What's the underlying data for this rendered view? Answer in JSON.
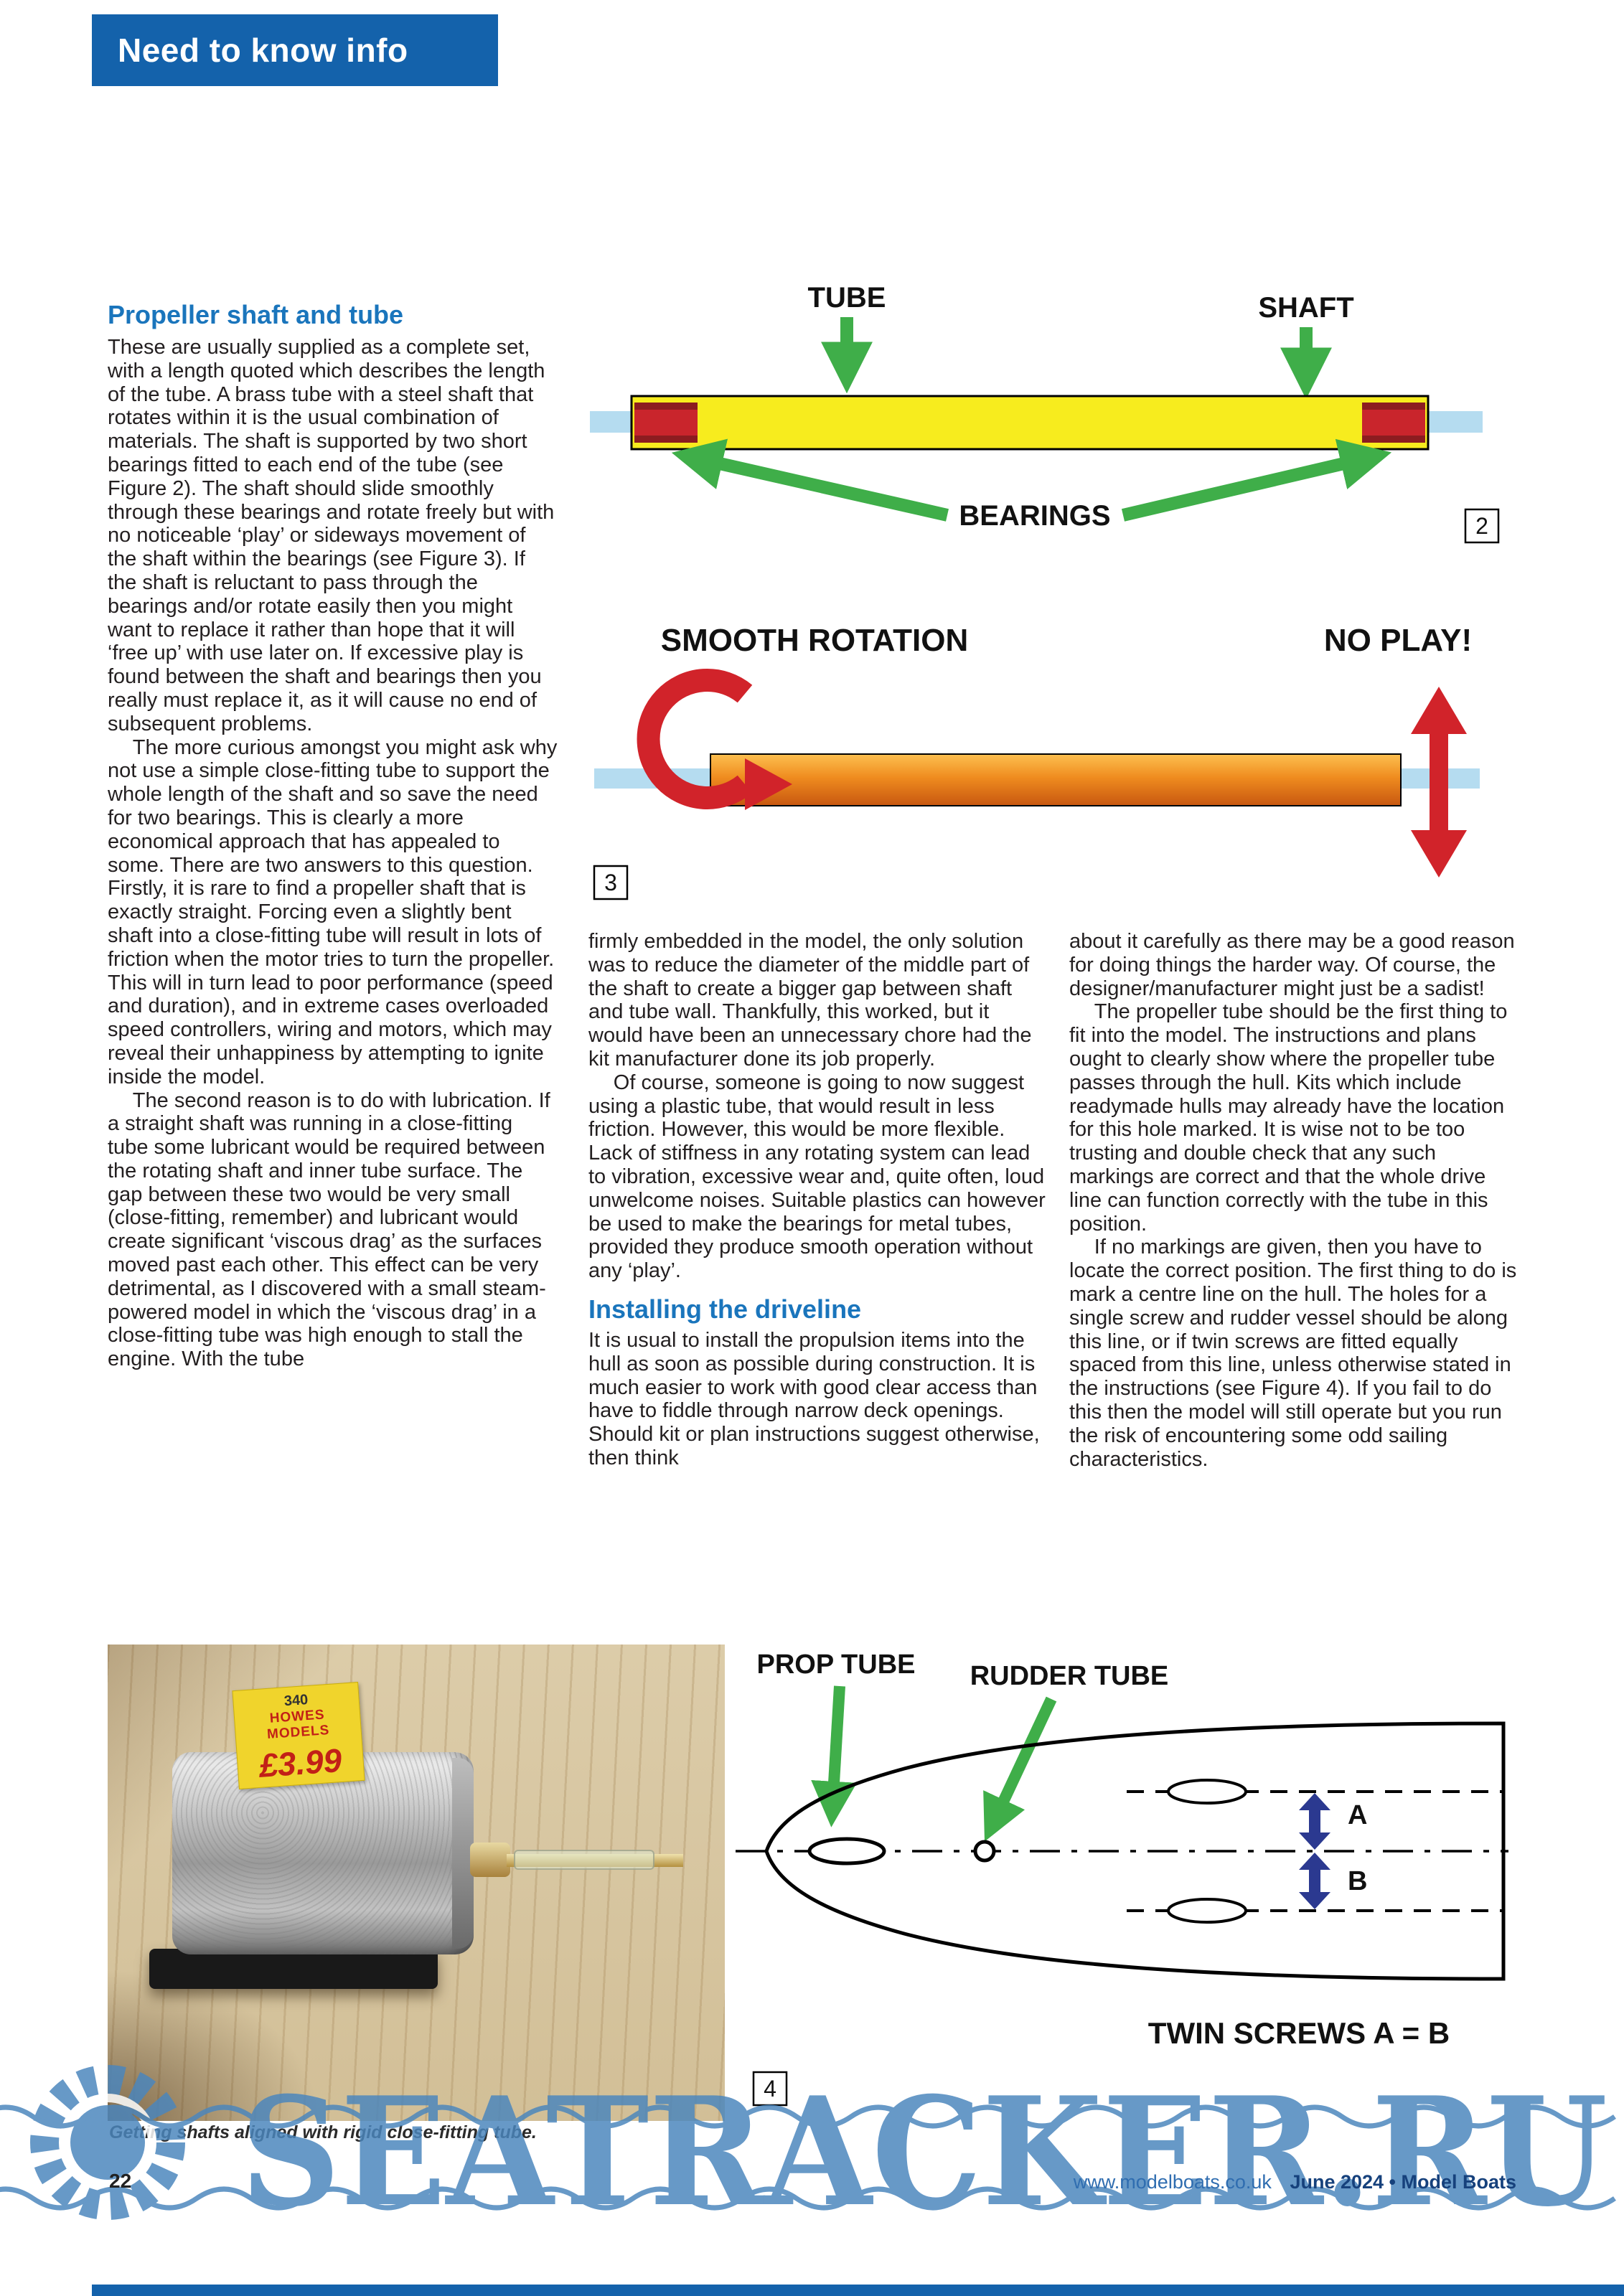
{
  "banner": {
    "label": "Need to know info"
  },
  "article": {
    "heading": "Propeller shaft and tube",
    "col1_paras": [
      "These are usually supplied as a complete set, with a length quoted which describes the length of the tube. A brass tube with a steel shaft that rotates within it is the usual combination of materials. The shaft is supported by two short bearings fitted to each end of the tube (see Figure 2). The shaft should slide smoothly through these bearings and rotate freely but with no noticeable ‘play’ or sideways movement of the shaft within the bearings (see Figure 3). If the shaft is reluctant to pass through the bearings and/or rotate easily then you might want to replace it rather than hope that it will ‘free up’ with use later on. If excessive play is found between the shaft and bearings then you really must replace it, as it will cause no end of subsequent problems.",
      "The more curious amongst you might ask why not use a simple close-fitting tube to support the whole length of the shaft and so save the need for two bearings. This is clearly a more economical approach that has appealed to some. There are two answers to this question. Firstly, it is rare to find a propeller shaft that is exactly straight. Forcing even a slightly bent shaft into a close-fitting tube will result in lots of friction when the motor tries to turn the propeller. This will in turn lead to poor performance (speed and duration), and in extreme cases overloaded speed controllers, wiring and motors, which may reveal their unhappiness by attempting to ignite inside the model.",
      "The second reason is to do with lubrication. If a straight shaft was running in a close-fitting tube some lubricant would be required between the rotating shaft and inner tube surface. The gap between these two would be very small (close-fitting, remember) and lubricant would create significant ‘viscous drag’ as the surfaces moved past each other. This effect can be very detrimental, as I discovered with a small steam-powered model in which the ‘viscous drag’ in a close-fitting tube was high enough to stall the engine. With the tube"
    ],
    "col2_paras": [
      "firmly embedded in the model, the only solution was to reduce the diameter of the middle part of the shaft to create a bigger gap between shaft and tube wall. Thankfully, this worked, but it would have been an unnecessary chore had the kit manufacturer done its job properly.",
      "Of course, someone is going to now suggest using a plastic tube, that would result in less friction. However, this would be more flexible. Lack of stiffness in any rotating system can lead to vibration, excessive wear and, quite often, loud unwelcome noises. Suitable plastics can however be used to make the bearings for metal tubes, provided they produce smooth operation without any ‘play’."
    ],
    "subheading": "Installing the driveline",
    "col2b_paras": [
      "It is usual to install the propulsion items into the hull as soon as possible during construction. It is much easier to work with good clear access than have to fiddle through narrow deck openings. Should kit or plan instructions suggest otherwise, then think"
    ],
    "col3_paras": [
      "about it carefully as there may be a good reason for doing things the harder way. Of course, the designer/manufacturer might just be a sadist!",
      "The propeller tube should be the first thing to fit into the model. The instructions and plans ought to clearly show where the propeller tube passes through the hull. Kits which include readymade hulls may already have the location for this hole marked. It is wise not to be too trusting and double check that any such markings are correct and that the whole drive line can function correctly with the tube in this position.",
      "If no markings are given, then you have to locate the correct position. The first thing to do is mark a centre line on the hull. The holes for a single screw and rudder vessel should be along this line, or if twin screws are fitted equally spaced from this line, unless otherwise stated in the instructions (see Figure 4). If you fail to do this then the model will still operate but you run the risk of encountering some odd sailing characteristics."
    ]
  },
  "figure2": {
    "tube_label": "TUBE",
    "shaft_label": "SHAFT",
    "bearings_label": "BEARINGS",
    "number": "2"
  },
  "figure3": {
    "smooth_label": "SMOOTH ROTATION",
    "noplay_label": "NO PLAY!",
    "number": "3"
  },
  "figure4": {
    "prop_label": "PROP TUBE",
    "rudder_label": "RUDDER TUBE",
    "a_label": "A",
    "b_label": "B",
    "twin_label": "TWIN SCREWS A = B",
    "number": "4"
  },
  "photo": {
    "tag_code": "340",
    "tag_brand": "HOWES MODELS",
    "tag_price": "£3.99",
    "caption": "Getting shafts aligned with rigid close-fitting tube."
  },
  "watermark": {
    "text": "SEATRACKER.RU"
  },
  "footer": {
    "page_number": "22",
    "site": "www.modelboats.co.uk",
    "issue": "June 2024 • Model Boats"
  },
  "colors": {
    "banner_blue": "#1462ab",
    "heading_blue": "#1a75bc",
    "arrow_green": "#3fae49",
    "bearing_red": "#c9252c",
    "tube_yellow": "#f7ec1e",
    "shaft_light_blue": "#b5dcf0",
    "rod_orange": "#ef8c1f",
    "red_arrow": "#d1232a",
    "navy_arrow": "#2b3990",
    "watermark_blue": "#4b86bd"
  }
}
